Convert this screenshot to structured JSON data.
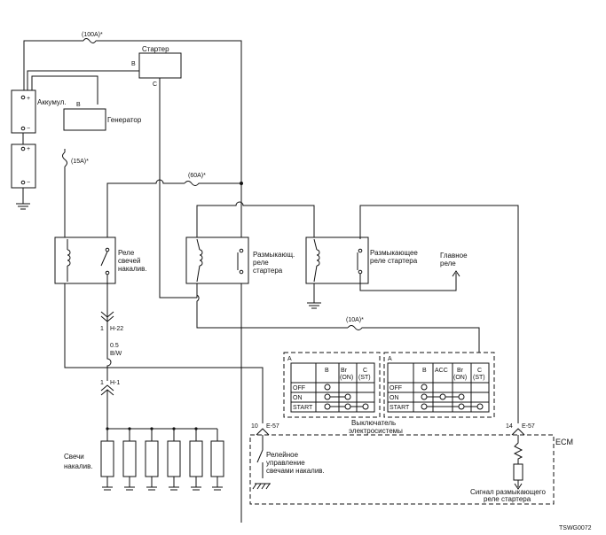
{
  "labels": {
    "fuse_main": "(100A)*",
    "starter": "Стартер",
    "starter_b": "B",
    "starter_c": "C",
    "battery": "Аккумул.",
    "gen_b": "B",
    "generator": "Генератор",
    "fuse_15": "(15A)*",
    "fuse_60": "(60A)*",
    "fuse_10": "(10A)*",
    "glow_relay_1": "Реле",
    "glow_relay_2": "свечей",
    "glow_relay_3": "накалив.",
    "cut_relay_1": "Размыкающ.",
    "cut_relay_2": "реле",
    "cut_relay_3": "стартера",
    "open_relay_1": "Размыкающее",
    "open_relay_2": "реле стартера",
    "main_relay_1": "Главное",
    "main_relay_2": "реле",
    "conn_h22_pin": "1",
    "conn_h22": "H-22",
    "wire_size": "0.5",
    "wire_color": "B/W",
    "conn_h1_pin": "1",
    "conn_h1": "H-1",
    "glow_plugs_1": "Свечи",
    "glow_plugs_2": "накалив.",
    "e57_left_pin": "10",
    "e57_left": "E-57",
    "e57_right_pin": "14",
    "e57_right": "E-57",
    "ecm": "ECM",
    "glow_ctrl_1": "Релейное",
    "glow_ctrl_2": "управление",
    "glow_ctrl_3": "свечами накалив.",
    "starter_sig_1": "Сигнал размыкающего",
    "starter_sig_2": "реле стартера",
    "switch_1": "Выключатель",
    "switch_2": "электросистемы",
    "figure_id": "TSWG0072"
  },
  "switch_tables": [
    {
      "tag": "A",
      "headers": [
        "B",
        "Br (ON)",
        "C (ST)"
      ],
      "rows": [
        "OFF",
        "ON",
        "START"
      ]
    },
    {
      "tag": "A",
      "headers": [
        "B",
        "ACC",
        "Br (ON)",
        "C (ST)"
      ],
      "rows": [
        "OFF",
        "ON",
        "START"
      ]
    }
  ],
  "colors": {
    "line": "#111111",
    "background": "#ffffff"
  }
}
